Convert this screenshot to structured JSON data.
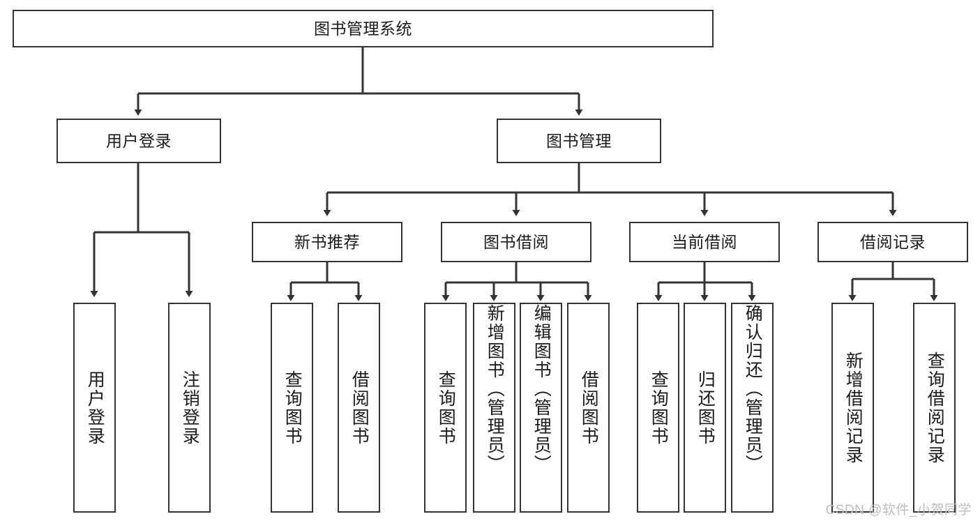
{
  "diagram": {
    "title": "图书管理系统",
    "type": "hierarchy-tree",
    "stroke_color": "#333333",
    "fill_color": "#ffffff",
    "text_color": "#1a1a1a",
    "root": {
      "label": "图书管理系统"
    },
    "level2": [
      {
        "label": "用户登录"
      },
      {
        "label": "图书管理"
      }
    ],
    "level3": [
      {
        "label": "新书推荐"
      },
      {
        "label": "图书借阅"
      },
      {
        "label": "当前借阅"
      },
      {
        "label": "借阅记录"
      }
    ],
    "leaves": {
      "user_login": [
        {
          "label": "用户登录"
        },
        {
          "label": "注销登录"
        }
      ],
      "new_book_recommend": [
        {
          "label": "查询图书"
        },
        {
          "label": "借阅图书"
        }
      ],
      "book_borrow": [
        {
          "label": "查询图书"
        },
        {
          "label": "新增图书（管理员）"
        },
        {
          "label": "编辑图书（管理员）"
        },
        {
          "label": "借阅图书"
        }
      ],
      "current_borrow": [
        {
          "label": "查询图书"
        },
        {
          "label": "归还图书"
        },
        {
          "label": "确认归还（管理员）"
        }
      ],
      "borrow_record": [
        {
          "label": "新增借阅记录"
        },
        {
          "label": "查询借阅记录"
        }
      ]
    }
  },
  "watermark": {
    "text": "CSDN @软件_小贺同学"
  }
}
